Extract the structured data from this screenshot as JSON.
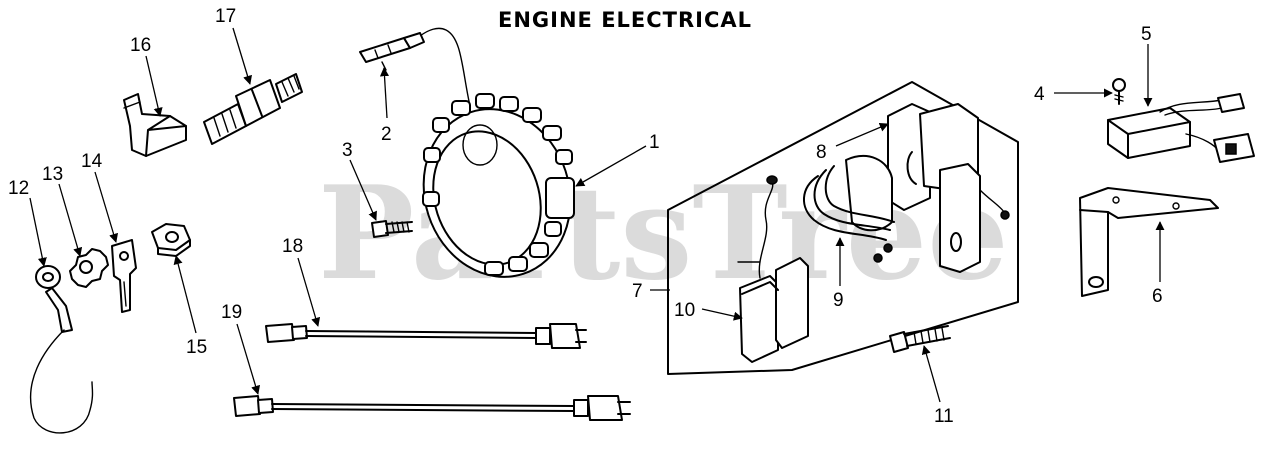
{
  "title": "ENGINE ELECTRICAL",
  "watermark": "PartsTree",
  "callouts": [
    {
      "id": "c1",
      "number": "1"
    },
    {
      "id": "c2",
      "number": "2"
    },
    {
      "id": "c3",
      "number": "3"
    },
    {
      "id": "c4",
      "number": "4"
    },
    {
      "id": "c5",
      "number": "5"
    },
    {
      "id": "c6",
      "number": "6"
    },
    {
      "id": "c7",
      "number": "7"
    },
    {
      "id": "c8",
      "number": "8"
    },
    {
      "id": "c9",
      "number": "9"
    },
    {
      "id": "c10",
      "number": "10"
    },
    {
      "id": "c11",
      "number": "11"
    },
    {
      "id": "c12",
      "number": "12"
    },
    {
      "id": "c13",
      "number": "13"
    },
    {
      "id": "c14",
      "number": "14"
    },
    {
      "id": "c15",
      "number": "15"
    },
    {
      "id": "c16",
      "number": "16"
    },
    {
      "id": "c17",
      "number": "17"
    },
    {
      "id": "c18",
      "number": "18"
    },
    {
      "id": "c19",
      "number": "19"
    }
  ]
}
